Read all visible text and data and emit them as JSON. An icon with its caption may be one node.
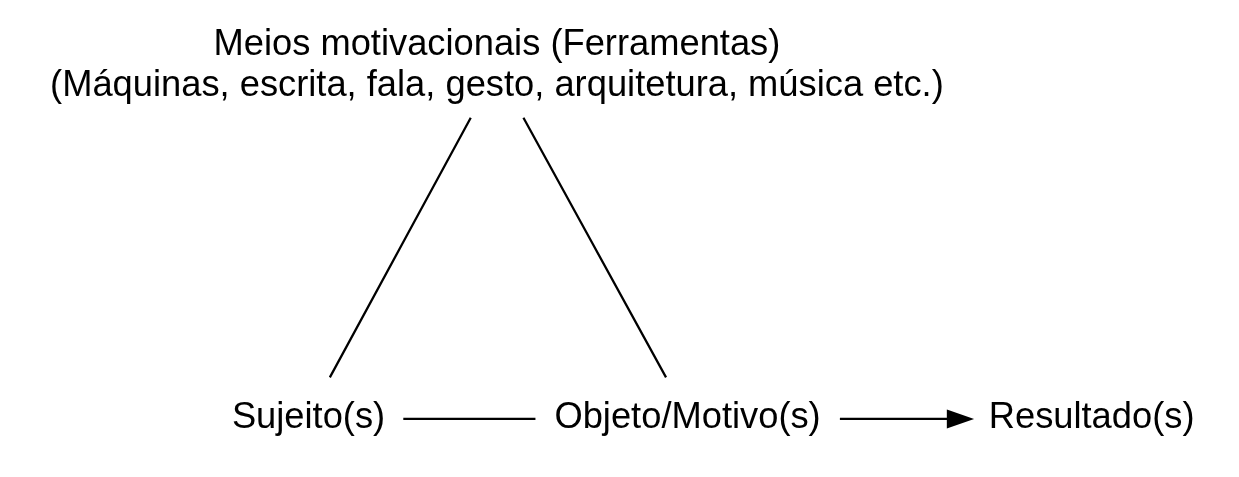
{
  "diagram": {
    "nodes": [
      {
        "text": [
          "Meios motivacionais (Ferramentas)",
          "(Máquinas, escrita, fala, gesto, arquitetura, música etc.)"
        ]
      },
      {
        "text": [
          "Sujeito(s)"
        ]
      },
      {
        "text": [
          "Objeto/Motivo(s)"
        ]
      },
      {
        "text": [
          "Resultado(s)"
        ]
      }
    ],
    "edges": [
      {
        "from": 0,
        "to": 1,
        "arrow": "none"
      },
      {
        "from": 1,
        "to": 2,
        "arrow": "none"
      },
      {
        "from": 0,
        "to": 2,
        "arrow": "none"
      },
      {
        "from": 2,
        "to": 3,
        "arrow": "to"
      }
    ]
  }
}
